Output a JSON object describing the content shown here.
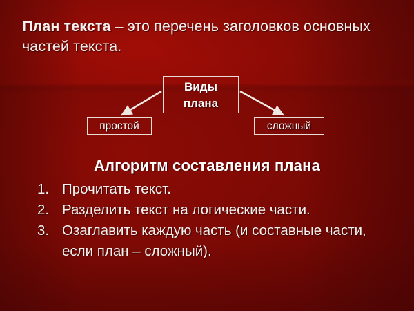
{
  "slide": {
    "background_colors": {
      "bright_red": "#a20d06",
      "mid_red": "#8c0b05",
      "dark_red": "#6b0704",
      "edge_red": "#650604"
    },
    "text_color": "#f6f1ee",
    "border_color": "#e7ddd6"
  },
  "intro": {
    "term": "План текста",
    "definition": " – это перечень заголовков основных частей текста."
  },
  "diagram": {
    "root": {
      "line1": "Виды",
      "line2": "плана"
    },
    "branches": [
      {
        "label": "простой"
      },
      {
        "label": "сложный"
      }
    ],
    "arrows": [
      {
        "name": "arrow-to-prostoy"
      },
      {
        "name": "arrow-to-slozhnyy"
      }
    ]
  },
  "algorithm": {
    "title": "Алгоритм составления плана",
    "items": [
      {
        "num": "1.",
        "text": "Прочитать текст."
      },
      {
        "num": "2.",
        "text": "Разделить текст на логические части."
      },
      {
        "num": "3.",
        "text": "Озаглавить каждую часть (и составные части, если план – сложный)."
      }
    ]
  }
}
